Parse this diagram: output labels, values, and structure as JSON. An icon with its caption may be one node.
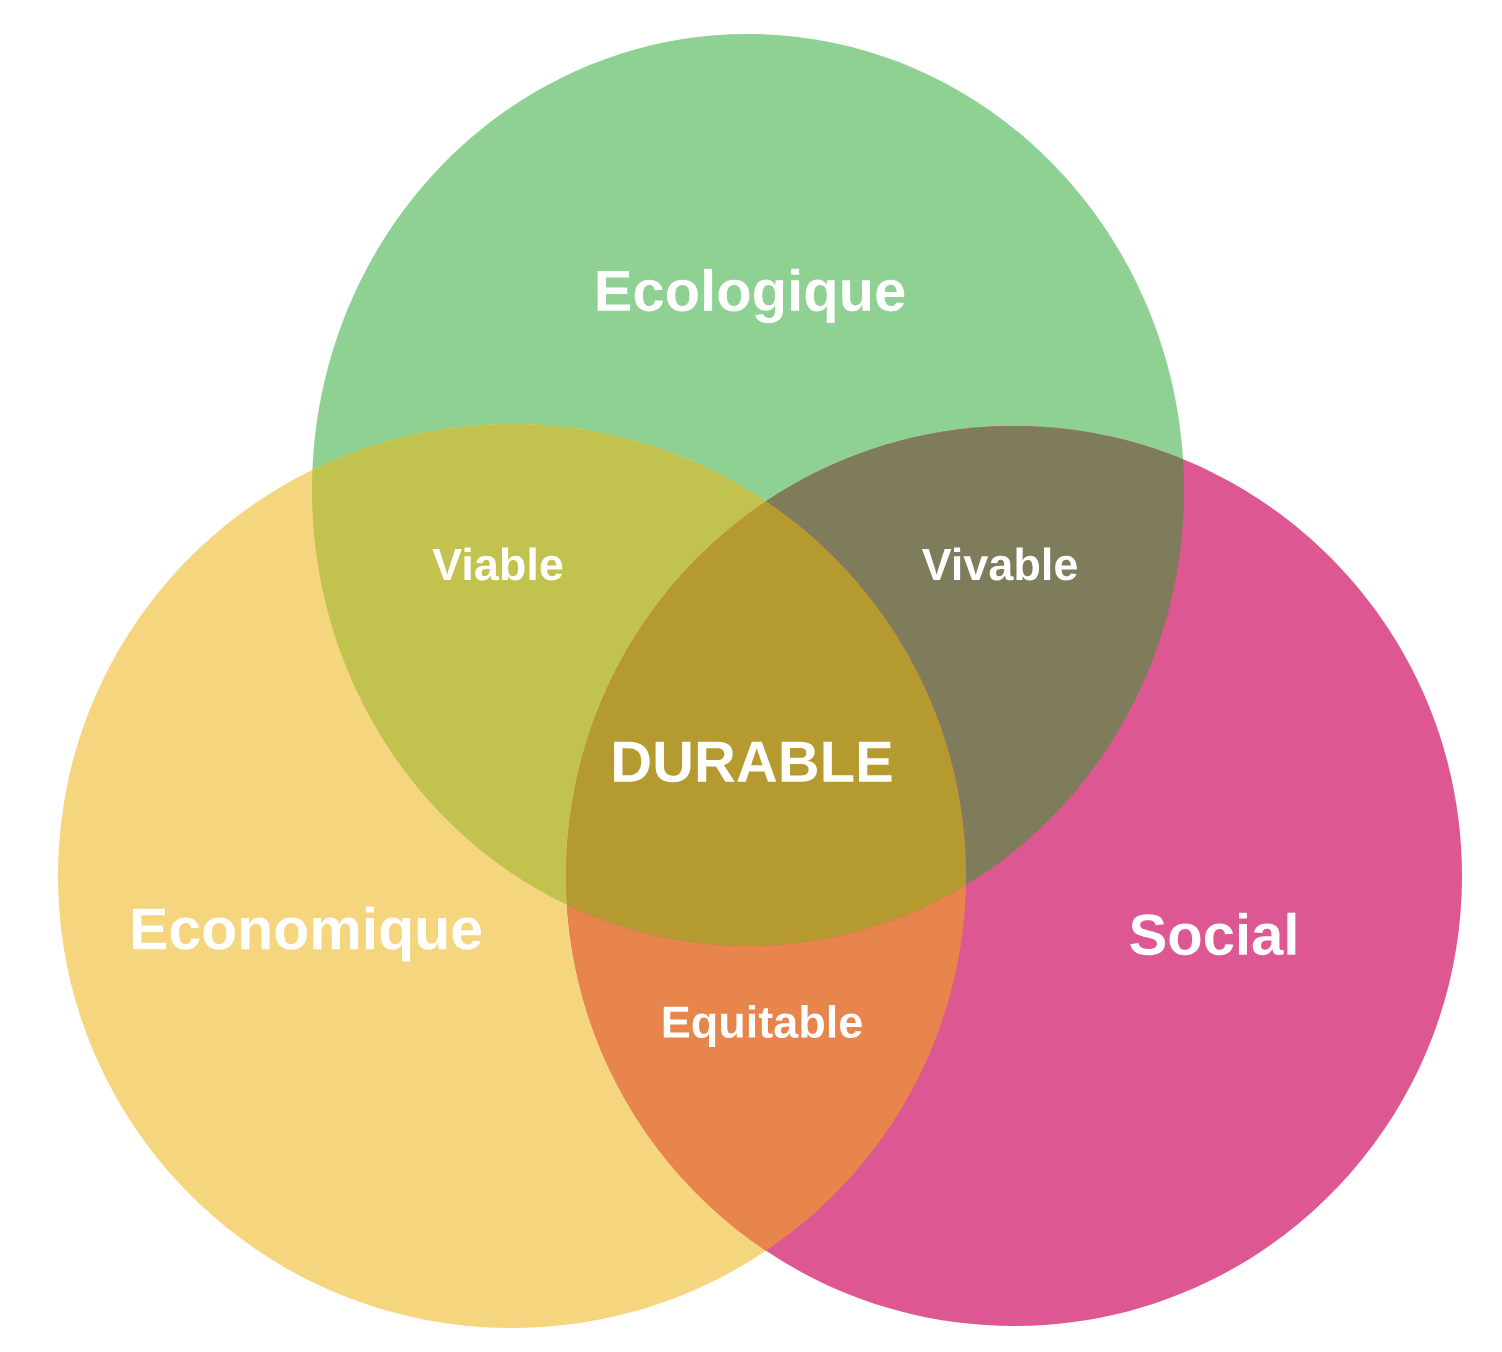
{
  "diagram": {
    "nodes": [
      {
        "text": [
          "Ecologique"
        ]
      },
      {
        "text": [
          "Viable"
        ]
      },
      {
        "text": [
          "Vivable"
        ]
      },
      {
        "text": [
          "DURABLE"
        ]
      },
      {
        "text": [
          "Economique"
        ]
      },
      {
        "text": [
          "Social"
        ]
      },
      {
        "text": [
          "Equitable"
        ]
      }
    ]
  }
}
